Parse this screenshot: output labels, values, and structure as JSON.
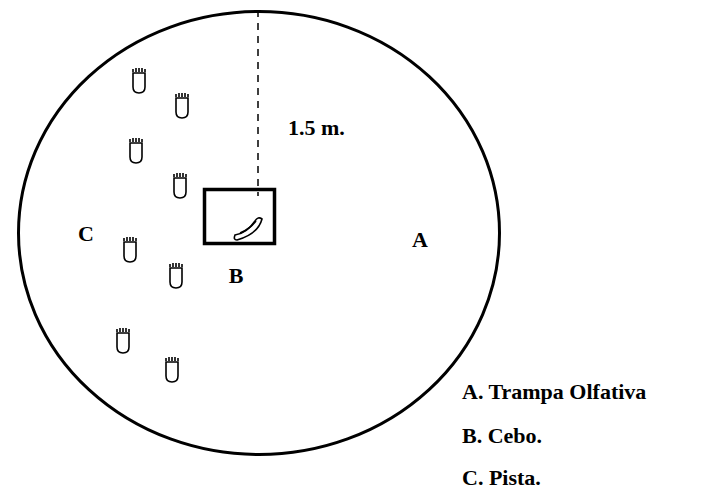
{
  "diagram": {
    "nodes": [
      {
        "text": [
          "C",
          "A"
        ]
      },
      {
        "text": [
          "B"
        ],
        "in": 0
      }
    ],
    "edges": [],
    "labels": [
      "1.5 m.",
      "A. Trampa Olfativa",
      "B. Cebo.",
      "C. Pista."
    ]
  }
}
